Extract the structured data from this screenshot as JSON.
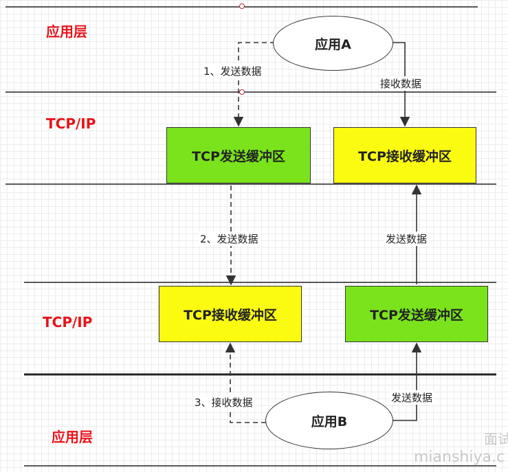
{
  "layers": {
    "top_app": "应用层",
    "tcpip_a": "TCP/IP",
    "tcpip_b": "TCP/IP",
    "bottom_app": "应用层"
  },
  "nodes": {
    "app_a": "应用A",
    "app_b": "应用B",
    "a_send_buffer": "TCP发送缓冲区",
    "a_recv_buffer": "TCP接收缓冲区",
    "b_recv_buffer": "TCP接收缓冲区",
    "b_send_buffer": "TCP发送缓冲区"
  },
  "edges": {
    "step1": "1、发送数据",
    "a_receive": "接收数据",
    "step2": "2、发送数据",
    "b_to_a_send": "发送数据",
    "step3": "3、接收数据",
    "b_send": "发送数据"
  },
  "colors": {
    "layer_label": "#e8141a",
    "send_buffer": "#7ae31c",
    "recv_buffer": "#fbfb12"
  },
  "watermark": {
    "line1": "面试",
    "line2": "mianshiya.c"
  }
}
